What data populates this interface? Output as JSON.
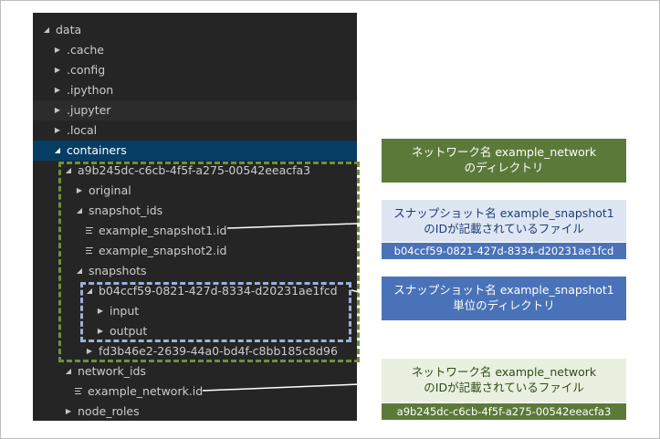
{
  "tree": {
    "data": "data",
    "cache": ".cache",
    "config": ".config",
    "ipython": ".ipython",
    "jupyter": ".jupyter",
    "local": ".local",
    "containers": "containers",
    "container_id": "a9b245dc-c6cb-4f5f-a275-00542eeacfa3",
    "original": "original",
    "snapshot_ids": "snapshot_ids",
    "snapshot_file1": "example_snapshot1.id",
    "snapshot_file2": "example_snapshot2.id",
    "snapshots": "snapshots",
    "snapshot_dir": "b04ccf59-0821-427d-8334-d20231ae1fcd",
    "input": "input",
    "output": "output",
    "other_snapshot": "fd3b46e2-2639-44a0-bd4f-c8bb185c8d96",
    "network_ids": "network_ids",
    "network_file": "example_network.id",
    "node_roles": "node_roles"
  },
  "callouts": {
    "c1_line1": "ネットワーク名 example_network",
    "c1_line2": "のディレクトリ",
    "c2_line1": "スナップショット名 example_snapshot1",
    "c2_line2": "のIDが記載されているファイル",
    "c2_id": "b04ccf59-0821-427d-8334-d20231ae1fcd",
    "c3_line1": "スナップショット名 example_snapshot1",
    "c3_line2": "単位のディレクトリ",
    "c4_line1": "ネットワーク名 example_network",
    "c4_line2": "のIDが記載されているファイル",
    "c4_id": "a9b245dc-c6cb-4f5f-a275-00542eeacfa3"
  },
  "colors": {
    "tree_bg": "#252526",
    "selected_row": "#063d64",
    "green_callout": "#5b7a3a",
    "light_blue_callout": "#dde6f2",
    "blue_callout": "#4a72b8",
    "light_green_callout": "#e9f0df",
    "network_dash": "#6f8f3b",
    "snapshot_dash": "#9db0d8"
  }
}
